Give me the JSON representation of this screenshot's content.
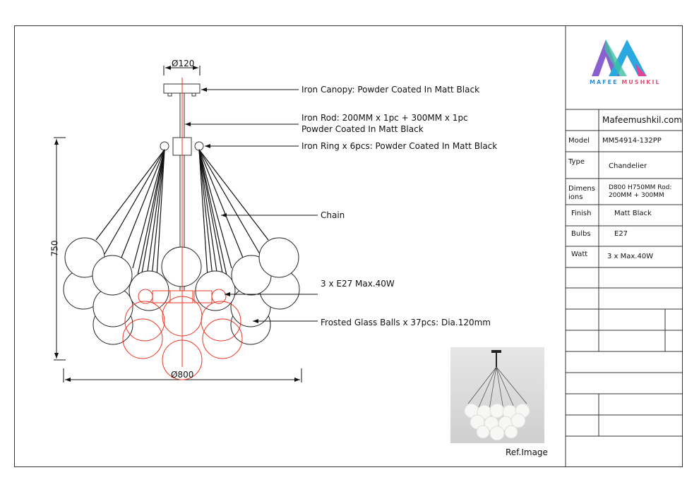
{
  "dimensions": {
    "canopy_dia": "Ø120",
    "height": "750",
    "overall_dia": "Ø800"
  },
  "callouts": [
    "Iron Canopy: Powder Coated In Matt Black",
    "Iron Rod: 200MM x 1pc + 300MM x 1pc",
    "Powder Coated In Matt Black",
    "Iron Ring x 6pcs: Powder Coated In Matt Black",
    "Chain",
    "3 x E27 Max.40W",
    "Frosted Glass Balls x 37pcs: Dia.120mm"
  ],
  "logo": {
    "word1": "MAFEE",
    "word2": "MUSHKIL",
    "color1": "#2a8fd6",
    "color2": "#e0507a"
  },
  "spec_table": {
    "website": "Mafeemushkil.com",
    "rows": [
      {
        "label": "Model",
        "value": "MM54914-132PP"
      },
      {
        "label": "Type",
        "value": "Chandelier"
      },
      {
        "label": "Dimens ions",
        "value": "D800 H750MM Rod: 200MM + 300MM"
      },
      {
        "label": "Finish",
        "value": "Matt Black"
      },
      {
        "label": "Bulbs",
        "value": "E27"
      },
      {
        "label": "Watt",
        "value": "3 x Max.40W"
      }
    ]
  },
  "ref_image_caption": "Ref.Image"
}
